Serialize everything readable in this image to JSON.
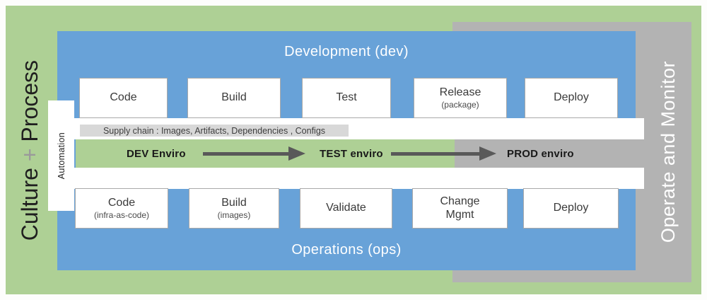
{
  "colors": {
    "green": "#aed095",
    "blue": "#68a2d8",
    "gray_panel": "#b3b3b3",
    "supply_label_bg": "#d8d8d8",
    "arrow": "#595959",
    "box_border": "#a9a9a9"
  },
  "left_rail": {
    "culture": "Culture",
    "plus": "+",
    "process": "Process"
  },
  "right_rail": {
    "label": "Operate and Monitor"
  },
  "automation": {
    "label": "Automation"
  },
  "dev_band": {
    "title": "Development (dev)"
  },
  "ops_band": {
    "title": "Operations (ops)"
  },
  "supply_chain": {
    "label": "Supply chain : Images, Artifacts, Dependencies , Configs"
  },
  "environments": [
    {
      "label": "DEV Enviro"
    },
    {
      "label": "TEST enviro"
    },
    {
      "label": "PROD enviro"
    }
  ],
  "dev_boxes": [
    {
      "label": "Code"
    },
    {
      "label": "Build"
    },
    {
      "label": "Test"
    },
    {
      "label": "Release",
      "sub": "(package)"
    },
    {
      "label": "Deploy"
    }
  ],
  "ops_boxes": [
    {
      "label": "Code",
      "sub": "(infra-as-code)"
    },
    {
      "label": "Build",
      "sub": "(images)"
    },
    {
      "label": "Validate"
    },
    {
      "label": "Change",
      "line2": "Mgmt"
    },
    {
      "label": "Deploy"
    }
  ]
}
